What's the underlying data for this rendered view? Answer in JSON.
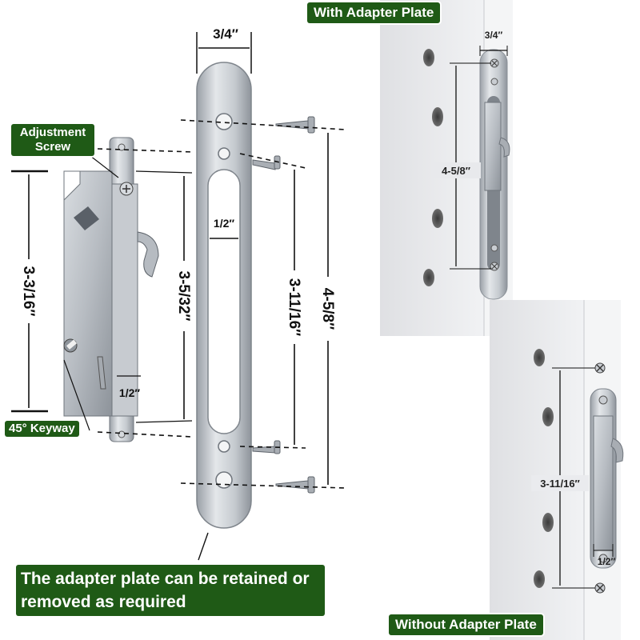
{
  "labels": {
    "adjustment_screw": "Adjustment Screw",
    "keyway": "45° Keyway",
    "with_adapter": "With Adapter Plate",
    "without_adapter": "Without Adapter Plate",
    "note": "The adapter plate can be retained or removed as required"
  },
  "dimensions": {
    "plate_width": "3/4″",
    "slot_width": "1/2″",
    "latch_height": "3-3/16″",
    "faceplate_height": "3-5/32″",
    "inner_holes": "3-11/16″",
    "outer_holes": "4-5/8″",
    "latch_width": "1/2″",
    "with_plate_width": "3/4″",
    "with_plate_holes": "4-5/8″",
    "without_plate_holes": "3-11/16″",
    "without_plate_width": "1/2″"
  },
  "colors": {
    "label_bg": "#1f5a16",
    "label_text": "#ffffff",
    "metal": "#b9bec4",
    "door_panel": "#e6e7ea"
  }
}
